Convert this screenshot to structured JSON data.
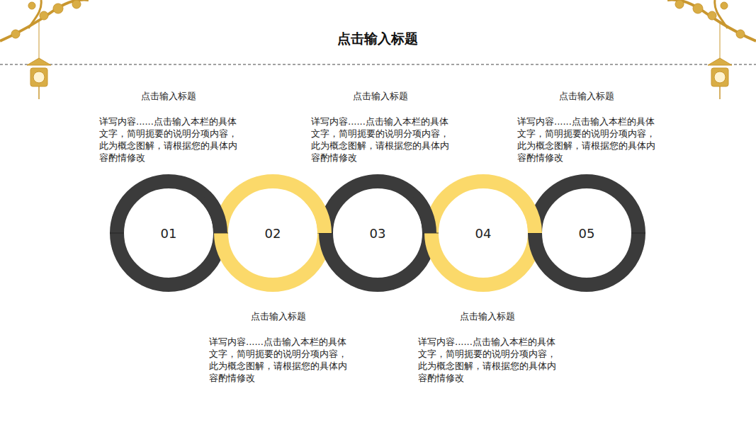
{
  "diagram": {
    "title": "点击输入标题",
    "nodes": [
      {
        "text": [
          "01"
        ]
      },
      {
        "text": [
          "02"
        ]
      },
      {
        "text": [
          "03"
        ]
      },
      {
        "text": [
          "04"
        ]
      },
      {
        "text": [
          "05"
        ]
      }
    ],
    "labels": [
      "点击输入标题",
      "详写内容......点击输入本栏的具体文字，简明扼要的说明分项内容，此为概念图解，请根据您的具体内容酌情修改",
      "点击输入标题",
      "详写内容......点击输入本栏的具体文字，简明扼要的说明分项内容，此为概念图解，请根据您的具体内容酌情修改",
      "点击输入标题",
      "详写内容......点击输入本栏的具体文字，简明扼要的说明分项内容，此为概念图解，请根据您的具体内容酌情修改",
      "点击输入标题",
      "详写内容......点击输入本栏的具体文字，简明扼要的说明分项内容，此为概念图解，请根据您的具体内容酌情修改",
      "点击输入标题",
      "详写内容......点击输入本栏的具体文字，简明扼要的说明分项内容，此为概念图解，请根据您的具体内容酌情修改"
    ]
  }
}
